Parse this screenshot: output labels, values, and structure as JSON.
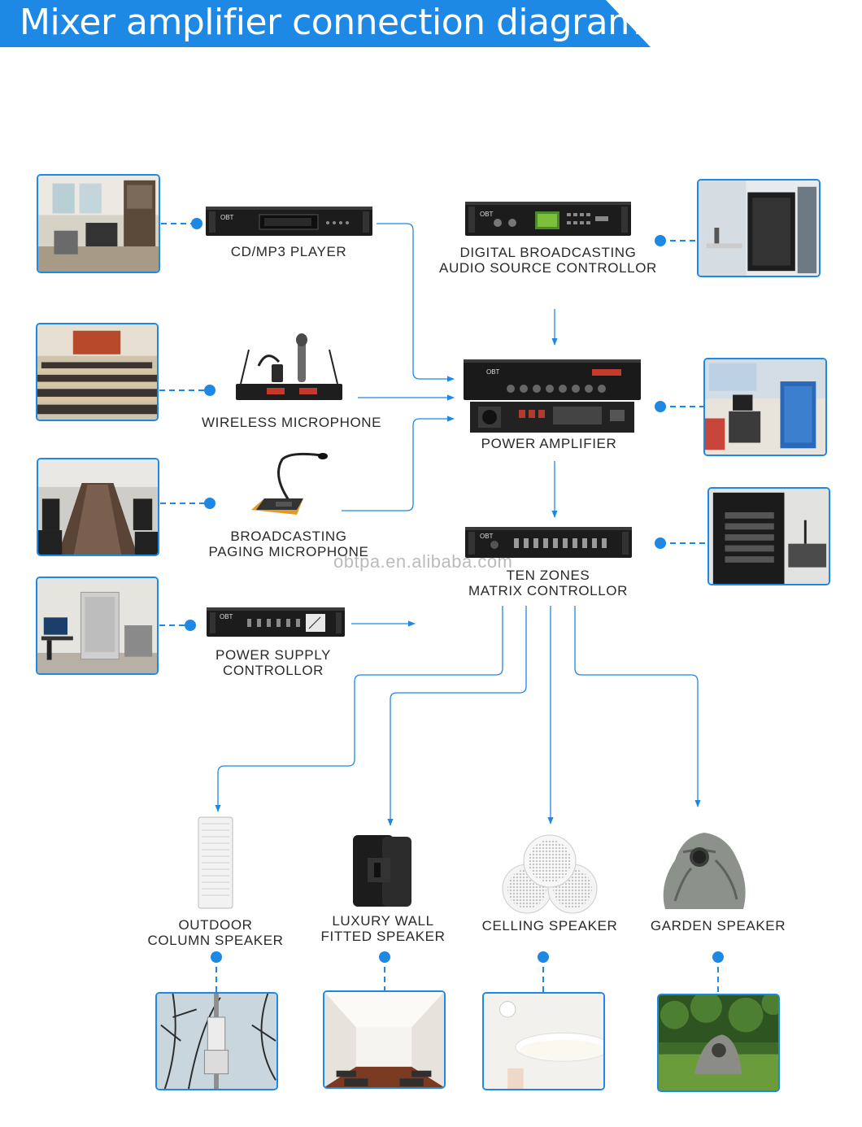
{
  "title": "Mixer amplifier connection diagram",
  "watermark": "obtpa.en.alibaba.com",
  "colors": {
    "accent": "#1e88e5",
    "device": "#1a1a1a",
    "text": "#2a2a2a"
  },
  "brand": "OBT",
  "devices": {
    "cd_player": {
      "lines": [
        "CD/MP3 PLAYER"
      ]
    },
    "digital_controller": {
      "lines": [
        "DIGITAL BROADCASTING",
        "AUDIO SOURCE CONTROLLOR"
      ]
    },
    "wireless_mic": {
      "lines": [
        "WIRELESS MICROPHONE"
      ]
    },
    "power_amplifier": {
      "lines": [
        "POWER AMPLIFIER"
      ]
    },
    "paging_mic": {
      "lines": [
        "BROADCASTING",
        "PAGING MICROPHONE"
      ]
    },
    "matrix_controller": {
      "lines": [
        "TEN ZONES",
        "MATRIX CONTROLLOR"
      ]
    },
    "power_supply": {
      "lines": [
        "POWER SUPPLY",
        "CONTROLLOR"
      ]
    }
  },
  "speakers": {
    "outdoor": {
      "lines": [
        "OUTDOOR",
        "COLUMN SPEAKER"
      ]
    },
    "wall": {
      "lines": [
        "LUXURY WALL",
        "FITTED  SPEAKER"
      ]
    },
    "ceiling": {
      "lines": [
        "CELLING SPEAKER"
      ]
    },
    "garden": {
      "lines": [
        "GARDEN SPEAKER"
      ]
    }
  }
}
